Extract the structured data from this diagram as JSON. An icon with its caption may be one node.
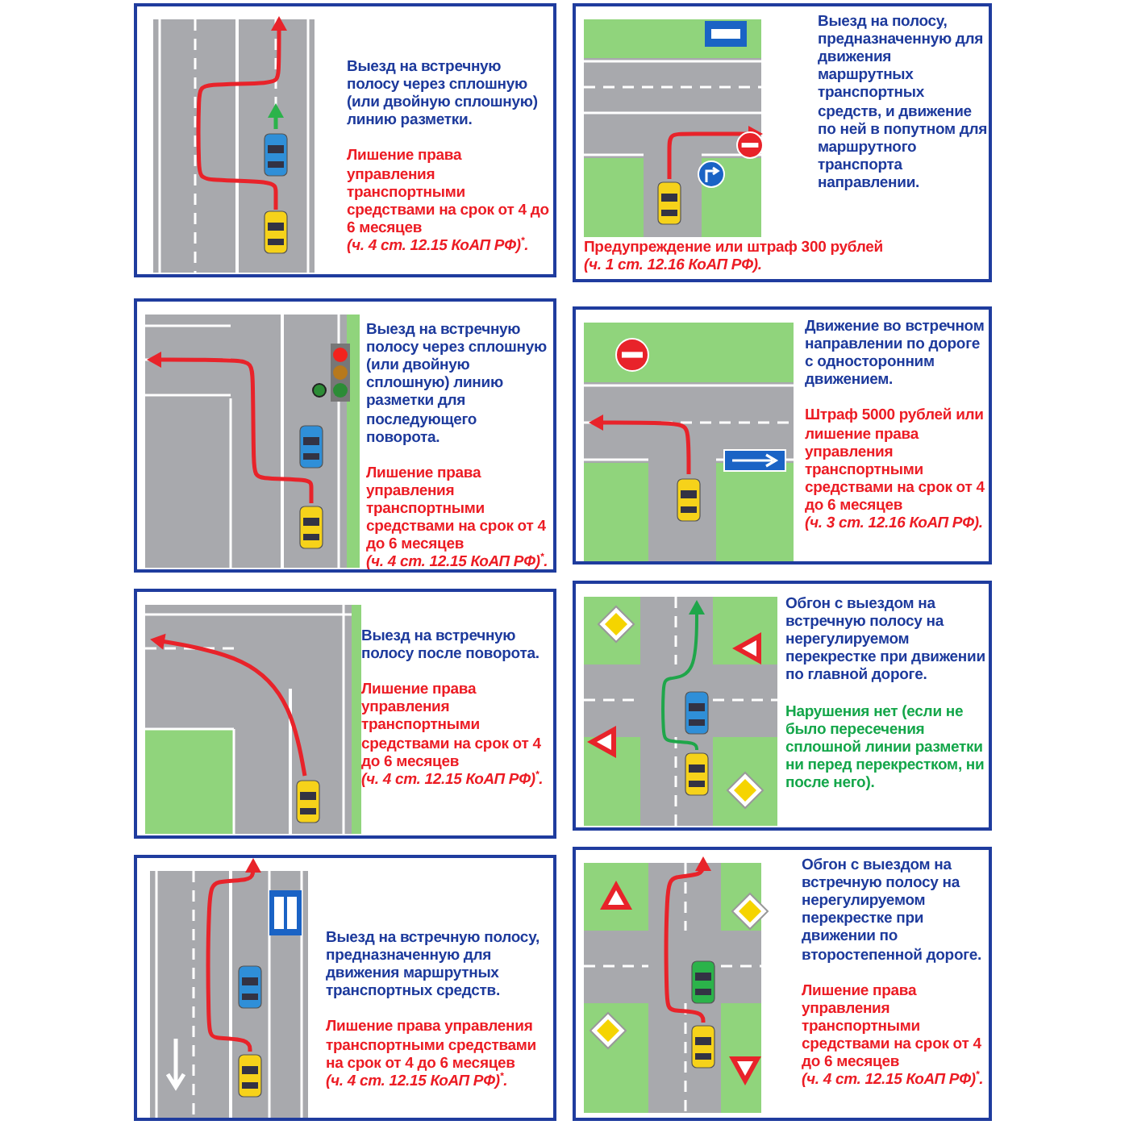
{
  "diagram": {
    "nodes": [
      {
        "text": [
          "Выезд на встречную полосу через сплошную (или двойную сплошную) линию разметки.",
          "Лишение права управления транспортными средствами на срок от 4 до 6 месяцев",
          "(ч. 4 ст. 12.15 КоАП РФ)$^{*}$."
        ]
      },
      {
        "text": [
          "Выезд на полосу, предназначенную для движения маршрутных транспортных средств, и движение по ней в попутном для маршрутного транспорта направлении.",
          "Предупреждение или штраф 300 рублей",
          "(ч. 1 ст. 12.16 КоАП РФ)."
        ]
      },
      {
        "text": [
          "Выезд на встречную полосу через сплошную (или двойную сплошную) линию разметки для последующего поворота.",
          "Лишение права управления транспортными средствами на срок от 4 до 6 месяцев",
          "(ч. 4 ст. 12.15 КоАП РФ)$^{*}$."
        ]
      },
      {
        "text": [
          "Движение во встречном направлении по дороге с односторонним движением.",
          "Штраф 5000 рублей или лишение права управления транспортными средствами на срок от 4 до 6 месяцев",
          "(ч. 3 ст. 12.16 КоАП РФ)."
        ]
      },
      {
        "text": [
          "Выезд на встречную полосу после поворота.",
          "Лишение права управления транспортными средствами на срок от 4 до 6 месяцев",
          "(ч. 4 ст. 12.15 КоАП РФ)$^{*}$."
        ]
      },
      {
        "text": [
          "Обгон с выездом на встречную полосу на нерегулируемом перекрестке при движении по главной дороге.",
          "Нарушения нет (если не было пересечения сплошной линии разметки ни перед перекрестком, ни после него)."
        ]
      },
      {
        "text": [
          "Выезд на встречную полосу, предназначенную для движения маршрутных транспортных средств.",
          "Лишение права управления транспортными средствами на срок от 4 до 6 месяцев",
          "(ч. 4 ст. 12.15 КоАП РФ)$^{*}$."
        ]
      },
      {
        "text": [
          "Обгон с выездом на встречную полосу на нерегулируемом перекрестке при движении по второстепенной дороге.",
          "Лишение права управления транспортными средствами на срок от 4 до 6 месяцев",
          "(ч. 4 ст. 12.15 КоАП РФ)$^{*}$."
        ]
      }
    ]
  }
}
